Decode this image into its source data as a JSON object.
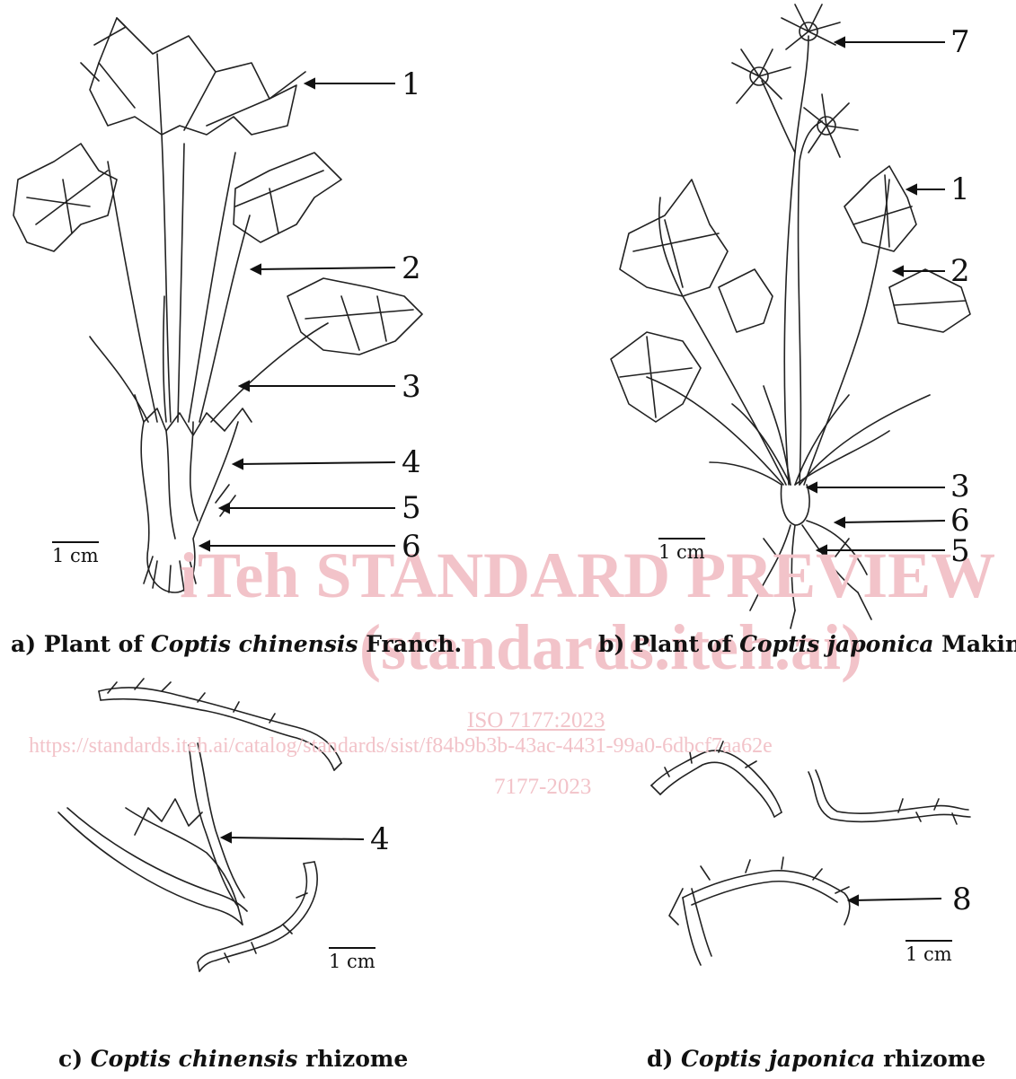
{
  "panels": {
    "a": {
      "callouts": [
        "1",
        "2",
        "3",
        "4",
        "5",
        "6"
      ],
      "scale_label": "1 cm",
      "caption_prefix": "a) Plant of ",
      "caption_species": "Coptis chinensis",
      "caption_suffix": " Franch."
    },
    "b": {
      "callouts": [
        "7",
        "1",
        "2",
        "3",
        "6",
        "5"
      ],
      "scale_label": "1 cm",
      "caption_prefix": "b) Plant of ",
      "caption_species": "Coptis japonica",
      "caption_suffix": " Makino."
    },
    "c": {
      "callouts": [
        "4"
      ],
      "scale_label": "1 cm",
      "caption_prefix": "c) ",
      "caption_species": "Coptis chinensis",
      "caption_suffix": " rhizome"
    },
    "d": {
      "callouts": [
        "8"
      ],
      "scale_label": "1 cm",
      "caption_prefix": "d) ",
      "caption_species": "Coptis japonica",
      "caption_suffix": " rhizome"
    }
  },
  "watermark": {
    "line1": "iTeh STANDARD PREVIEW",
    "line2": "(standards.iteh.ai)",
    "line3": "ISO 7177:2023",
    "line4": "https://standards.iteh.ai/catalog/standards/sist/f84b9b3b-43ac-4431-99a0-6dbcf7aa62e",
    "line5": "7177-2023",
    "color": "#f2c3c9"
  }
}
